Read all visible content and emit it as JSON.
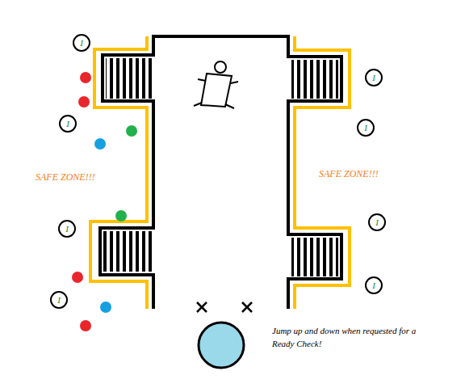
{
  "diagram": {
    "nodes": [
      {
        "text": [
          "I"
        ]
      },
      {
        "text": [
          "I"
        ]
      },
      {
        "text": [
          "I"
        ]
      },
      {
        "text": [
          "I"
        ]
      },
      {
        "text": [
          "I"
        ]
      },
      {
        "text": [
          "I"
        ]
      },
      {
        "text": [
          "I"
        ]
      },
      {
        "text": [
          "I"
        ]
      }
    ],
    "labels": [
      "SAFE ZONE!!!",
      "SAFE ZONE!!!",
      "Jump up and down when requested for a Ready Check!"
    ]
  }
}
